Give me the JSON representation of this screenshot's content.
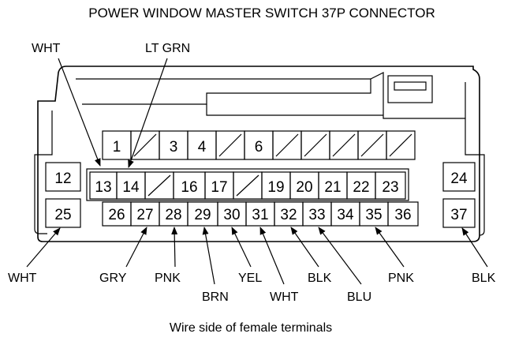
{
  "title": "POWER WINDOW MASTER SWITCH 37P CONNECTOR",
  "caption": "Wire side of female terminals",
  "pins": {
    "p1": "1",
    "p3": "3",
    "p4": "4",
    "p6": "6",
    "p12": "12",
    "p13": "13",
    "p14": "14",
    "p16": "16",
    "p17": "17",
    "p19": "19",
    "p20": "20",
    "p21": "21",
    "p22": "22",
    "p23": "23",
    "p24": "24",
    "p25": "25",
    "p26": "26",
    "p27": "27",
    "p28": "28",
    "p29": "29",
    "p30": "30",
    "p31": "31",
    "p32": "32",
    "p33": "33",
    "p34": "34",
    "p35": "35",
    "p36": "36",
    "p37": "37"
  },
  "wires": {
    "w13": "WHT",
    "w14": "LT GRN",
    "w25": "WHT",
    "w27": "GRY",
    "w28": "PNK",
    "w29": "BRN",
    "w30": "YEL",
    "w31": "WHT",
    "w32": "BLK",
    "w33": "BLU",
    "w35": "PNK",
    "w37": "BLK"
  }
}
